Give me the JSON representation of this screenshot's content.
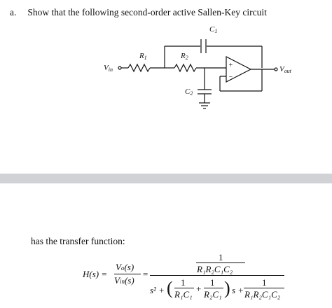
{
  "question": {
    "label": "a.",
    "text": "Show that the following second-order active Sallen-Key circuit"
  },
  "circuit": {
    "vin": "V",
    "vin_sub": "in",
    "r1": "R",
    "r1_sub": "1",
    "r2": "R",
    "r2_sub": "2",
    "c1": "C",
    "c1_sub": "1",
    "c2": "C",
    "c2_sub": "2",
    "plus": "+",
    "minus": "−",
    "vout": "V",
    "vout_sub": "out"
  },
  "has_text": "has the transfer function:",
  "equation": {
    "lhs_H": "H(s) =",
    "ratio_num": "V",
    "ratio_num_sub": "o",
    "ratio_num_tail": "(s)",
    "ratio_den": "V",
    "ratio_den_sub": "in",
    "ratio_den_tail": "(s)",
    "eq2": "=",
    "big_num_one": "1",
    "big_num_den": "R₁R₂C₁C₂",
    "s2": "s² +",
    "frac1_num": "1",
    "frac1_den": "R₁C₁",
    "plus": "+",
    "frac2_num": "1",
    "frac2_den": "R₂C₁",
    "s_plus": "s +",
    "frac3_num": "1",
    "frac3_den": "R₁R₂C₁C₂"
  }
}
